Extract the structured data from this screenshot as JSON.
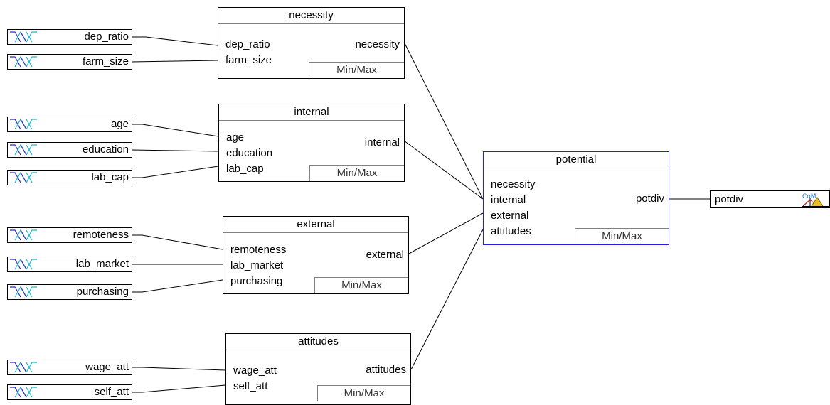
{
  "colors": {
    "line": "#000000",
    "selected": "#2020e0",
    "mf_cyan": "#18b8c8",
    "mf_blue": "#2c2cc8"
  },
  "input_vars": [
    {
      "id": "dep_ratio",
      "label": "dep_ratio"
    },
    {
      "id": "farm_size",
      "label": "farm_size"
    },
    {
      "id": "age",
      "label": "age"
    },
    {
      "id": "education",
      "label": "education"
    },
    {
      "id": "lab_cap",
      "label": "lab_cap"
    },
    {
      "id": "remoteness",
      "label": "remoteness"
    },
    {
      "id": "lab_market",
      "label": "lab_market"
    },
    {
      "id": "purchasing",
      "label": "purchasing"
    },
    {
      "id": "wage_att",
      "label": "wage_att"
    },
    {
      "id": "self_att",
      "label": "self_att"
    }
  ],
  "blocks": {
    "necessity": {
      "title": "necessity",
      "inputs": [
        "dep_ratio",
        "farm_size"
      ],
      "output": "necessity",
      "method": "Min/Max"
    },
    "internal": {
      "title": "internal",
      "inputs": [
        "age",
        "education",
        "lab_cap"
      ],
      "output": "internal",
      "method": "Min/Max"
    },
    "external": {
      "title": "external",
      "inputs": [
        "remoteness",
        "lab_market",
        "purchasing"
      ],
      "output": "external",
      "method": "Min/Max"
    },
    "attitudes": {
      "title": "attitudes",
      "inputs": [
        "wage_att",
        "self_att"
      ],
      "output": "attitudes",
      "method": "Min/Max"
    },
    "potential": {
      "title": "potential",
      "inputs": [
        "necessity",
        "internal",
        "external",
        "attitudes"
      ],
      "output": "potdiv",
      "method": "Min/Max"
    }
  },
  "output_var": {
    "label": "potdiv",
    "icon": "com-icon"
  },
  "icon_names": {
    "mf": "membership-function-icon",
    "defuzz": "com-defuzzifier-icon"
  }
}
